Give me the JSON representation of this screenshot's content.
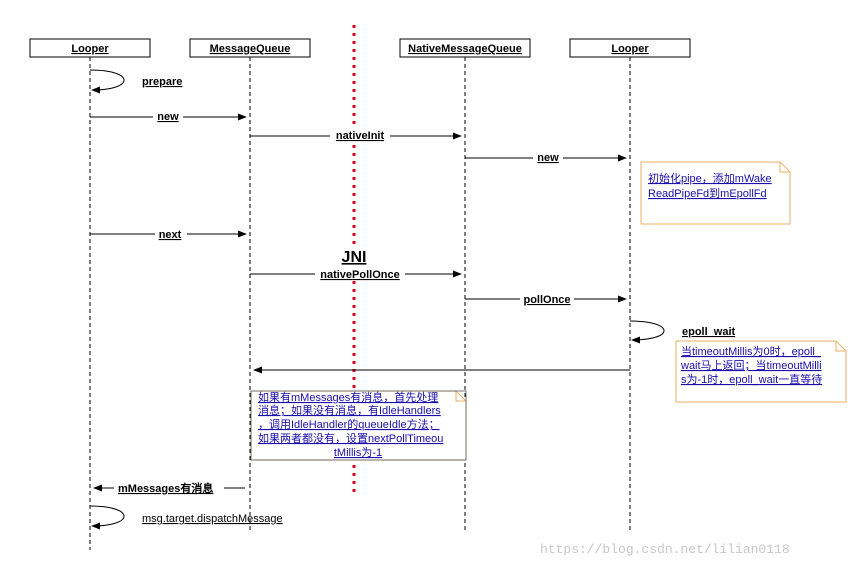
{
  "participants": [
    {
      "id": "p1",
      "label": "Looper"
    },
    {
      "id": "p2",
      "label": "MessageQueue"
    },
    {
      "id": "p3",
      "label": "NativeMessageQueue"
    },
    {
      "id": "p4",
      "label": "Looper"
    }
  ],
  "boundary_label": "JNI",
  "messages": [
    {
      "id": "m1",
      "label": "prepare"
    },
    {
      "id": "m2",
      "label": "new"
    },
    {
      "id": "m3",
      "label": "nativeInit"
    },
    {
      "id": "m4",
      "label": "new"
    },
    {
      "id": "m5",
      "label": "next"
    },
    {
      "id": "m6",
      "label": "nativePollOnce"
    },
    {
      "id": "m7",
      "label": "pollOnce"
    },
    {
      "id": "m8",
      "label": "epoll_wait"
    },
    {
      "id": "m9",
      "label": ""
    },
    {
      "id": "m10",
      "label": "mMessages有消息"
    },
    {
      "id": "m11",
      "label": "msg.target.dispatchMessage"
    }
  ],
  "notes": [
    {
      "id": "n1",
      "lines": [
        "初始化pipe，添加mWake",
        "ReadPipeFd到mEpollFd"
      ]
    },
    {
      "id": "n2",
      "lines": [
        "当timeoutMillis为0时，epoll_",
        "wait马上返回；当timeoutMilli",
        "s为-1时，epoll_wait一直等待"
      ]
    },
    {
      "id": "n3",
      "lines": [
        "如果有mMessages有消息，首先处理",
        "消息；如果没有消息，有IdleHandlers",
        "，调用IdleHandler的queueIdle方法；",
        "如果两者都没有，设置nextPollTimeou",
        "tMillis为-1"
      ]
    }
  ],
  "watermark": "https://blog.csdn.net/lilian0118",
  "colors": {
    "line": "#000000",
    "boundary": "#e0001b",
    "note_border": "#e8b26a",
    "note_text": "#1a0dab",
    "note_fill": "#ffffff",
    "watermark": "#c7c7c7"
  }
}
